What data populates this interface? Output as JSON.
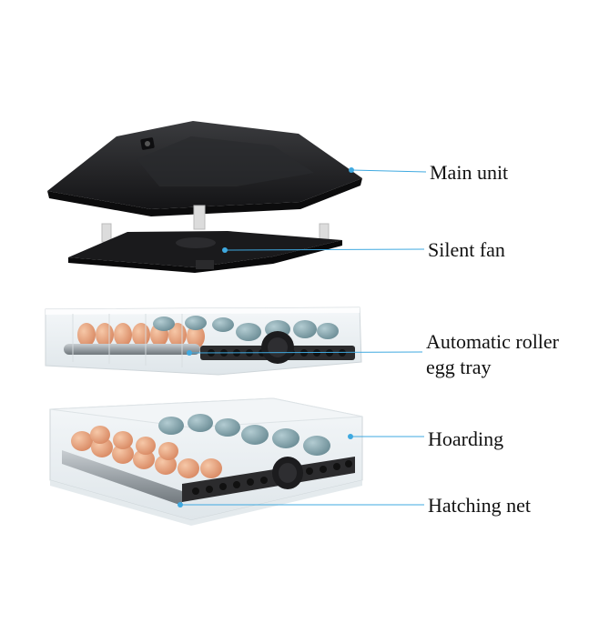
{
  "labels": {
    "main_unit": "Main unit",
    "silent_fan": "Silent fan",
    "roller_tray_line1": "Automatic roller",
    "roller_tray_line2": "egg tray",
    "hoarding": "Hoarding",
    "hatching_net": "Hatching net"
  },
  "colors": {
    "leader_line": "#3fa9e0",
    "device_body": "#1c1c1e",
    "egg_orange": "#e8a07c",
    "egg_teal": "#7f9ea6",
    "tray_plastic": "#e9eef1"
  },
  "icons": {
    "pointer_dot": "dot"
  }
}
